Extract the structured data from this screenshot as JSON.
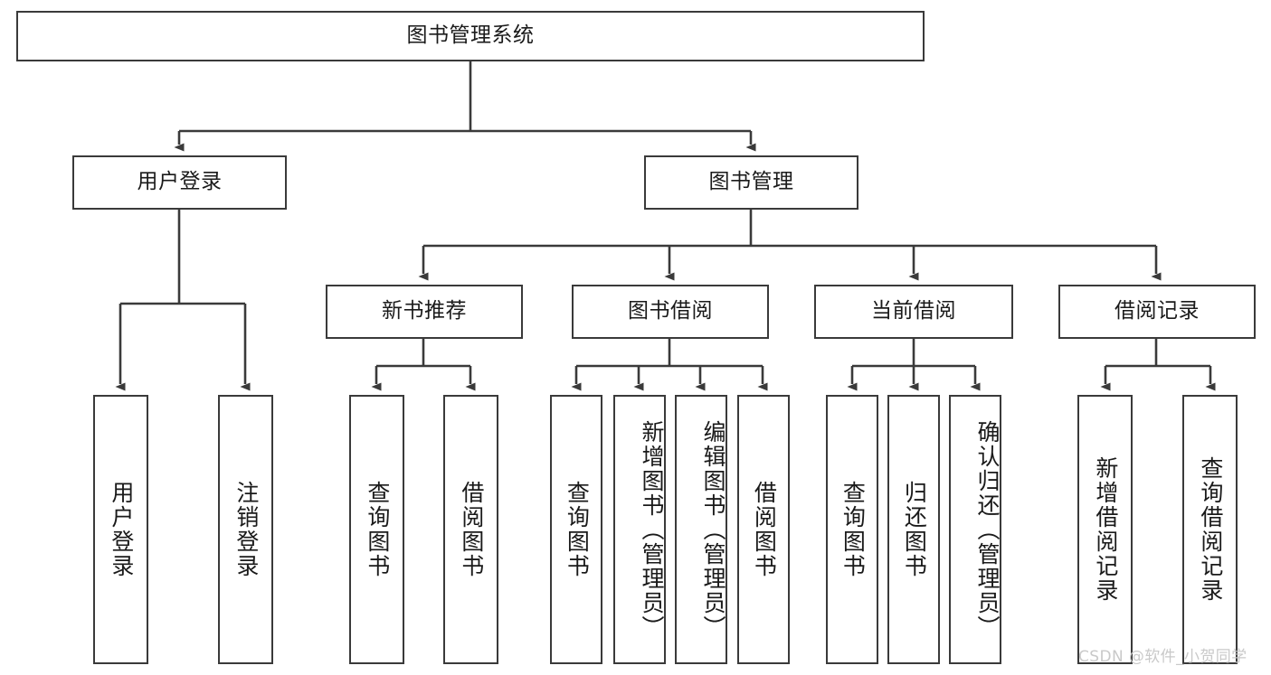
{
  "diagram": {
    "title": "图书管理系统",
    "type": "tree",
    "background_color": "#ffffff",
    "stroke_color": "#3a3a3a",
    "text_color": "#1a1a1a",
    "watermark": "CSDN @软件_小贺同学",
    "watermark_color": "#c9c9c9"
  },
  "nodes": {
    "root": {
      "label": "图书管理系统"
    },
    "level2": [
      {
        "label": "用户登录"
      },
      {
        "label": "图书管理"
      }
    ],
    "level3": [
      {
        "label": "新书推荐"
      },
      {
        "label": "图书借阅"
      },
      {
        "label": "当前借阅"
      },
      {
        "label": "借阅记录"
      }
    ],
    "leaves": {
      "user_login": [
        {
          "label": "用户登录"
        },
        {
          "label": "注销登录"
        }
      ],
      "new_book_recommend": [
        {
          "label": "查询图书"
        },
        {
          "label": "借阅图书"
        }
      ],
      "book_borrow": [
        {
          "label": "查询图书"
        },
        {
          "label": "新增图书（管理员）"
        },
        {
          "label": "编辑图书（管理员）"
        },
        {
          "label": "借阅图书"
        }
      ],
      "current_borrow": [
        {
          "label": "查询图书"
        },
        {
          "label": "归还图书"
        },
        {
          "label": "确认归还（管理员）"
        }
      ],
      "borrow_record": [
        {
          "label": "新增借阅记录"
        },
        {
          "label": "查询借阅记录"
        }
      ]
    }
  }
}
